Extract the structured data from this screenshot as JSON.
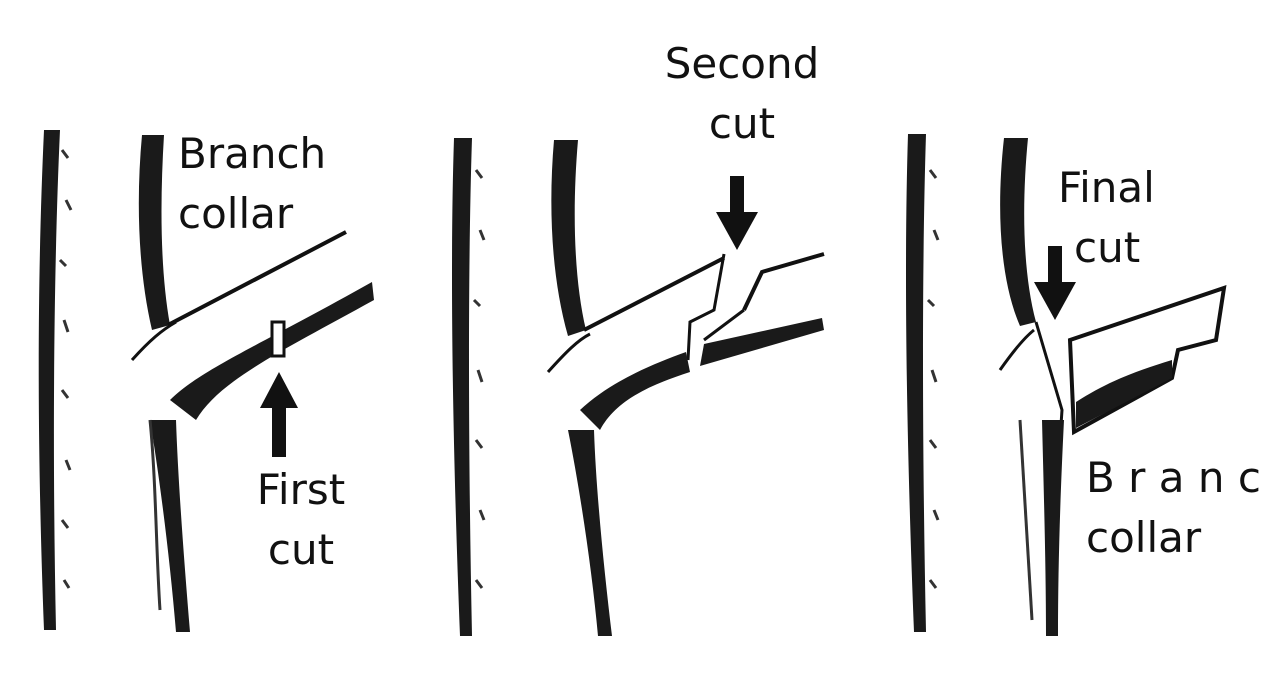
{
  "panels": [
    {
      "id": "first-cut",
      "labels": {
        "collar": {
          "line1": "Branch",
          "line2": "collar"
        },
        "cut": {
          "line1": "First",
          "line2": "cut"
        }
      }
    },
    {
      "id": "second-cut",
      "labels": {
        "cut": {
          "line1": "Second",
          "line2": "cut"
        }
      }
    },
    {
      "id": "final-cut",
      "labels": {
        "cut": {
          "line1": "Final",
          "line2": "cut"
        },
        "collar": {
          "line1": "B r a n c h",
          "line2": "collar"
        }
      }
    }
  ],
  "colors": {
    "ink": "#111111",
    "background": "#ffffff"
  }
}
